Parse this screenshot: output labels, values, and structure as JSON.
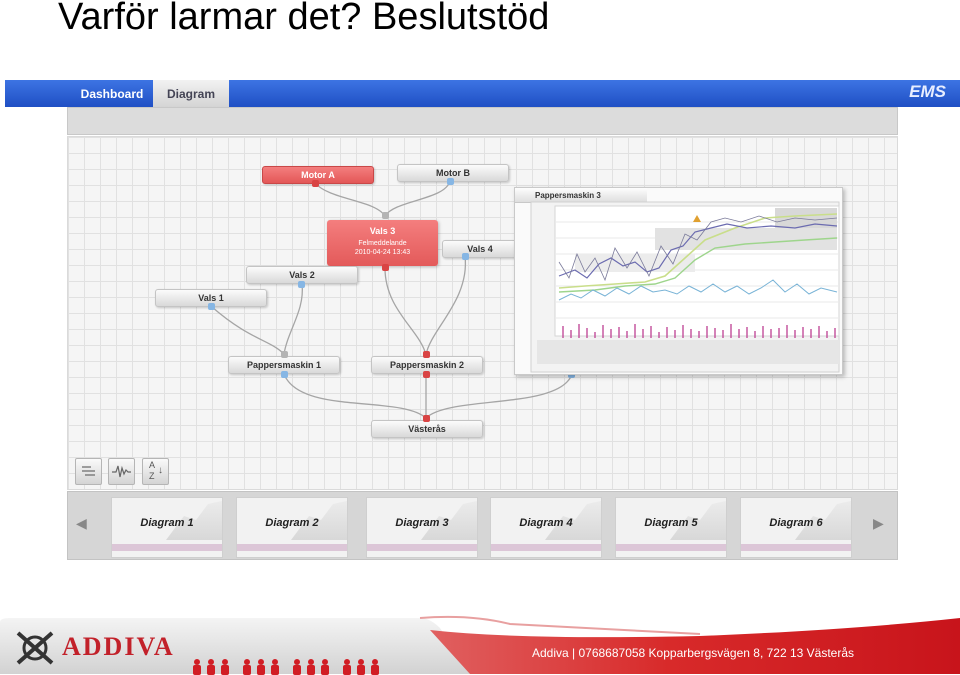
{
  "slide": {
    "title": "Varför larmar det?  Beslutstöd"
  },
  "app": {
    "tabs": [
      {
        "label": "Dashboard",
        "active": false
      },
      {
        "label": "Diagram",
        "active": true
      }
    ],
    "brand": "EMS"
  },
  "diagram": {
    "nodes": {
      "motor_a": "Motor A",
      "motor_b": "Motor B",
      "pappersmaskin3": "Pappersmaskin 3",
      "vals3": "Vals 3",
      "vals3_status": "Felmeddelande",
      "vals3_time": "2010-04-24 13:43",
      "vals4": "Vals 4",
      "vals2": "Vals 2",
      "vals1": "Vals 1",
      "pappersmaskin1": "Pappersmaskin 1",
      "pappersmaskin2": "Pappersmaskin 2",
      "vasteras": "Västerås"
    },
    "alarm_color": "#e35a5a",
    "port_colors": {
      "alarm": "#d94444",
      "normal": "#86b6e4",
      "neutral": "#b4b4b4"
    }
  },
  "toolbar": {
    "icons": [
      "layout-icon",
      "waveform-icon",
      "sort-az-icon"
    ],
    "sort_a": "A",
    "sort_z": "Z"
  },
  "thumbnails": [
    "Diagram 1",
    "Diagram 2",
    "Diagram 3",
    "Diagram 4",
    "Diagram 5",
    "Diagram 6"
  ],
  "footer": {
    "logo_text": "ADDIVA",
    "info": "Addiva | 0768687058   Kopparbergsvägen 8, 722 13 Västerås"
  }
}
